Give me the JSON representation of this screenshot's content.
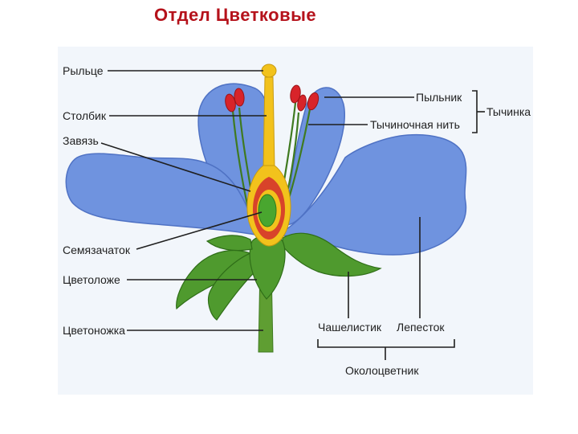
{
  "title": "Отдел Цветковые",
  "labels": {
    "stigma": "Рыльце",
    "style": "Столбик",
    "ovary": "Завязь",
    "ovule": "Семязачаток",
    "receptacle": "Цветоложе",
    "pedicel": "Цветоножка",
    "anther": "Пыльник",
    "filament": "Тычиночная нить",
    "stamen": "Тычинка",
    "sepal": "Чашелистик",
    "petal": "Лепесток",
    "perianth": "Околоцветник"
  },
  "colors": {
    "title": "#b5121b",
    "petal": "#6f93df",
    "petal_edge": "#4f72c4",
    "leaf": "#4f9a2e",
    "stem": "#5f9e32",
    "pistil": "#f2c21c",
    "ovary_wall": "#d8432a",
    "ovule": "#49a62f",
    "anther": "#d8242a"
  }
}
